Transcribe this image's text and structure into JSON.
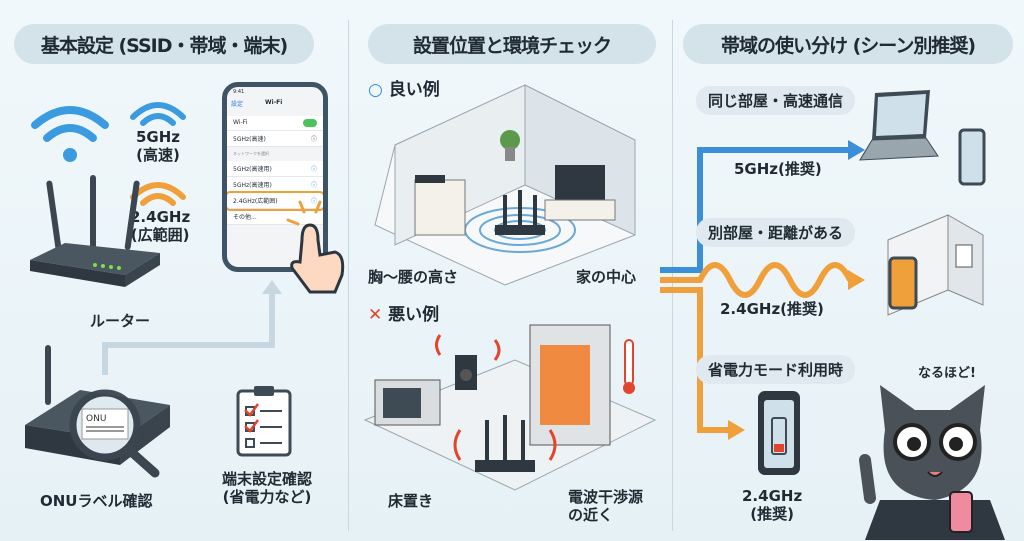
{
  "headers": [
    "基本設定 (SSID・帯域・端末)",
    "設置位置と環境チェック",
    "帯域の使い分け (シーン別推奨)"
  ],
  "left": {
    "band_5": "5GHz\n(高速)",
    "band_24": "2.4GHz\n(広範囲)",
    "router": "ルーター",
    "onu_label": "ONUラベル確認",
    "onu_tag": "ONU",
    "device_check": "端末設定確認\n(省電力など)",
    "phone": {
      "time": "9:41",
      "back": "設定",
      "title": "Wi-Fi",
      "wifi_row": "Wi-Fi",
      "connected": "5GHz(高速)",
      "section": "ネットワークを選択",
      "networks": [
        "5GHz(高速用)",
        "5GHz(高速用)",
        "2.4GHz(広範囲)",
        "その他..."
      ]
    }
  },
  "middle": {
    "good": "良い例",
    "good_notes": [
      "胸〜腰の高さ",
      "家の中心"
    ],
    "bad": "悪い例",
    "bad_notes": [
      "床置き",
      "電波干渉源\nの近く"
    ]
  },
  "right": {
    "scenes": [
      {
        "title": "同じ部屋・高速通信",
        "band": "5GHz(推奨)",
        "color": "#3b8fd9"
      },
      {
        "title": "別部屋・距離がある",
        "band": "2.4GHz(推奨)",
        "color": "#f0a03a"
      },
      {
        "title": "省電力モード利用時",
        "band": "2.4GHz\n(推奨)",
        "color": "#f0a03a"
      }
    ],
    "cat_speech": "なるほど!"
  }
}
